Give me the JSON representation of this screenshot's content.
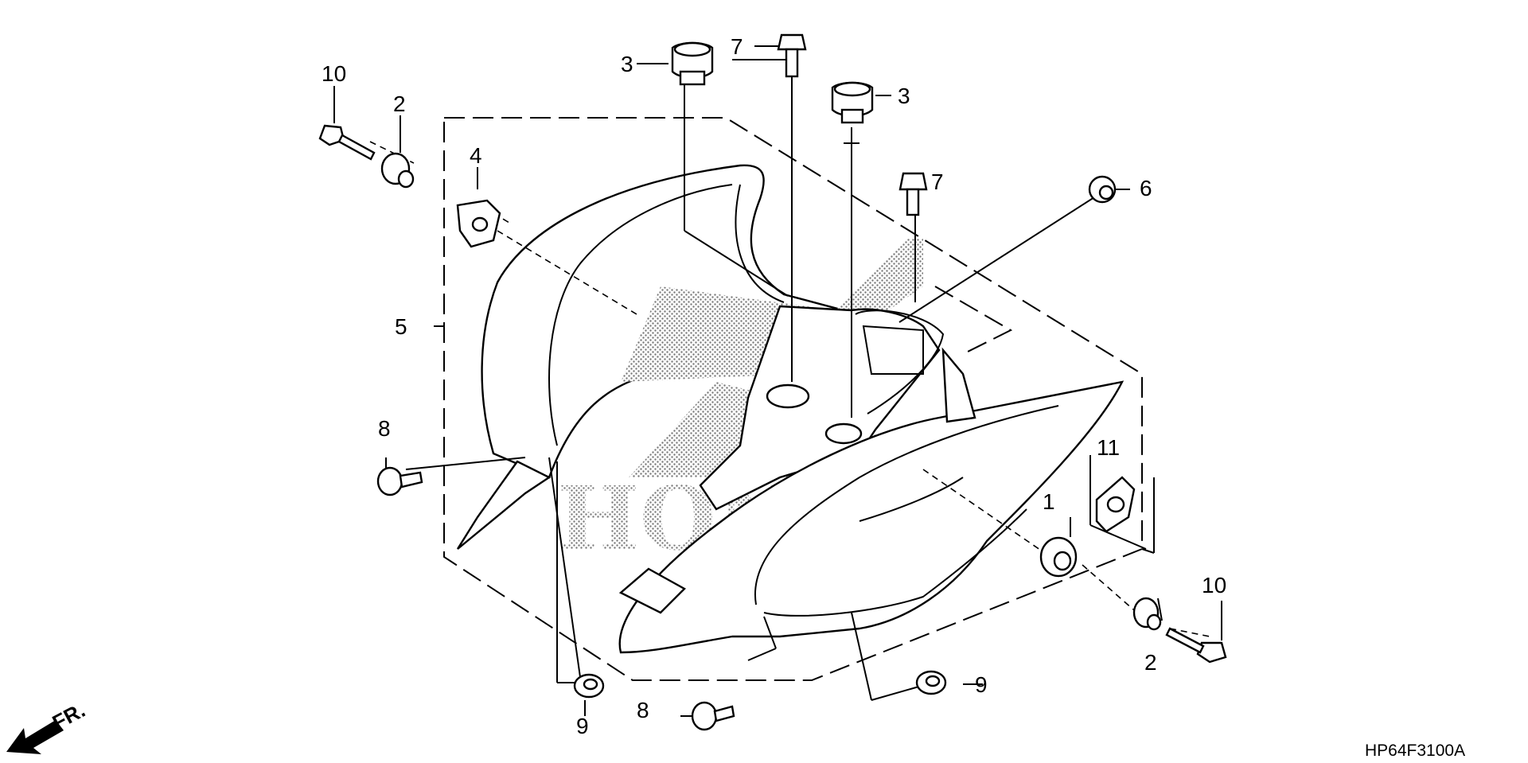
{
  "diagram": {
    "code": "HP64F3100A",
    "front_indicator": "FR.",
    "watermark": "HONDA",
    "callouts": {
      "p1": "1",
      "p2_top": "2",
      "p2_bottom": "2",
      "p3_left": "3",
      "p3_right": "3",
      "p4": "4",
      "p5": "5",
      "p6": "6",
      "p7_top": "7",
      "p7_mid": "7",
      "p8_left": "8",
      "p8_bottom": "8",
      "p9_left": "9",
      "p9_right": "9",
      "p10_left": "10",
      "p10_right": "10",
      "p11": "11"
    },
    "colors": {
      "line": "#000000",
      "background": "#ffffff",
      "shade": "#9a9a9a"
    }
  }
}
